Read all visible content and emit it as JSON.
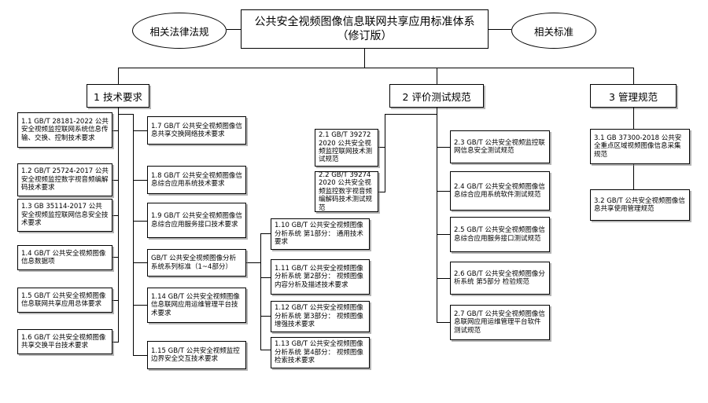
{
  "diagram": {
    "title": "公共安全视频图像信息联网共享应用标准体系（修订版）",
    "title_line1": "公共安全视频图像信息联网共享应用标准体系",
    "title_line2": "（修订版）",
    "left_ellipse": "相关法律法规",
    "right_ellipse": "相关标准",
    "categories": [
      {
        "id": "cat-1",
        "label": "1 技术要求"
      },
      {
        "id": "cat-2",
        "label": "2 评价测试规范"
      },
      {
        "id": "cat-3",
        "label": "3 管理规范"
      }
    ],
    "tech_col1": [
      {
        "id": "std-1-1",
        "text": "1.1 GB/T 28181-2022 公共安全视频监控联网系统信息传输、交换、控制技术要求"
      },
      {
        "id": "std-1-2",
        "text": "1.2 GB/T 25724-2017 公共安全视频监控数字视音频编解码技术要求"
      },
      {
        "id": "std-1-3",
        "text": "1.3 GB 35114-2017 公共安全视频监控联网信息安全技术要求"
      },
      {
        "id": "std-1-4",
        "text": "1.4 GB/T 公共安全视频图像信息数据项"
      },
      {
        "id": "std-1-5",
        "text": "1.5 GB/T 公共安全视频图像信息联网共享应用总体要求"
      },
      {
        "id": "std-1-6",
        "text": "1.6 GB/T 公共安全视频图像共享交换平台技术要求"
      }
    ],
    "tech_col2": [
      {
        "id": "std-1-7",
        "text": "1.7 GB/T 公共安全视频图像信息共享交换网络技术要求"
      },
      {
        "id": "std-1-8",
        "text": "1.8 GB/T 公共安全视频图像信息综合应用系统技术要求"
      },
      {
        "id": "std-1-9",
        "text": "1.9 GB/T 公共安全视频图像信息综合应用服务接口技术要求"
      },
      {
        "id": "std-1-series",
        "text": "GB/T 公共安全视频图像分析系统系列标准（1~4部分）"
      },
      {
        "id": "std-1-14",
        "text": "1.14 GB/T 公共安全视频图像信息联网应用运维管理平台技术要求"
      },
      {
        "id": "std-1-15",
        "text": "1.15 GB/T 公共安全视频监控边界安全交互技术要求"
      }
    ],
    "tech_col3": [
      {
        "id": "std-1-10",
        "text": "1.10  GB/T 公共安全视频图像分析系统 第1部分： 通用技术要求"
      },
      {
        "id": "std-1-11",
        "text": "1.11  GB/T 公共安全视频图像分析系统 第2部分： 视频图像内容分析及描述技术要求"
      },
      {
        "id": "std-1-12",
        "text": "1.12  GB/T 公共安全视频图像分析系统 第3部分： 视频图像增强技术要求"
      },
      {
        "id": "std-1-13",
        "text": "1.13  GB/T 公共安全视频图像分析系统 第4部分： 视频图像检索技术要求"
      }
    ],
    "eval_col1": [
      {
        "id": "std-2-1",
        "text": "2.1 GB/T 39272 2020 公共安全视频监控联网技术测试规范"
      },
      {
        "id": "std-2-2",
        "text": "2.2 GB/T 39274 2020 公共安全视频监控数字视音频编解码技术测试规范"
      }
    ],
    "eval_col2": [
      {
        "id": "std-2-3",
        "text": "2.3 GB/T 公共安全视频监控联网信息安全测试规范"
      },
      {
        "id": "std-2-4",
        "text": "2.4 GB/T 公共安全视频图像信息综合应用系统软件测试规范"
      },
      {
        "id": "std-2-5",
        "text": "2.5 GB/T 公共安全视频图像信息综合应用服务接口测试规范"
      },
      {
        "id": "std-2-6",
        "text": "2.6 GB/T 公共安全视频图像分析系统 第5部分 检验规范"
      },
      {
        "id": "std-2-7",
        "text": "2.7 GB/T 公共安全视频图像信息联网应用运维管理平台软件测试规范"
      }
    ],
    "manage_col": [
      {
        "id": "std-3-1",
        "text": "3.1 GB 37300-2018 公共安全重点区域视频图像信息采集规范"
      },
      {
        "id": "std-3-2",
        "text": "3.2 GB/T 公共安全视频图像信息共享使用管理规范"
      }
    ],
    "colors": {
      "line": "#000000",
      "box_border": "#000000",
      "background": "#ffffff",
      "shadow": "#787878"
    }
  }
}
